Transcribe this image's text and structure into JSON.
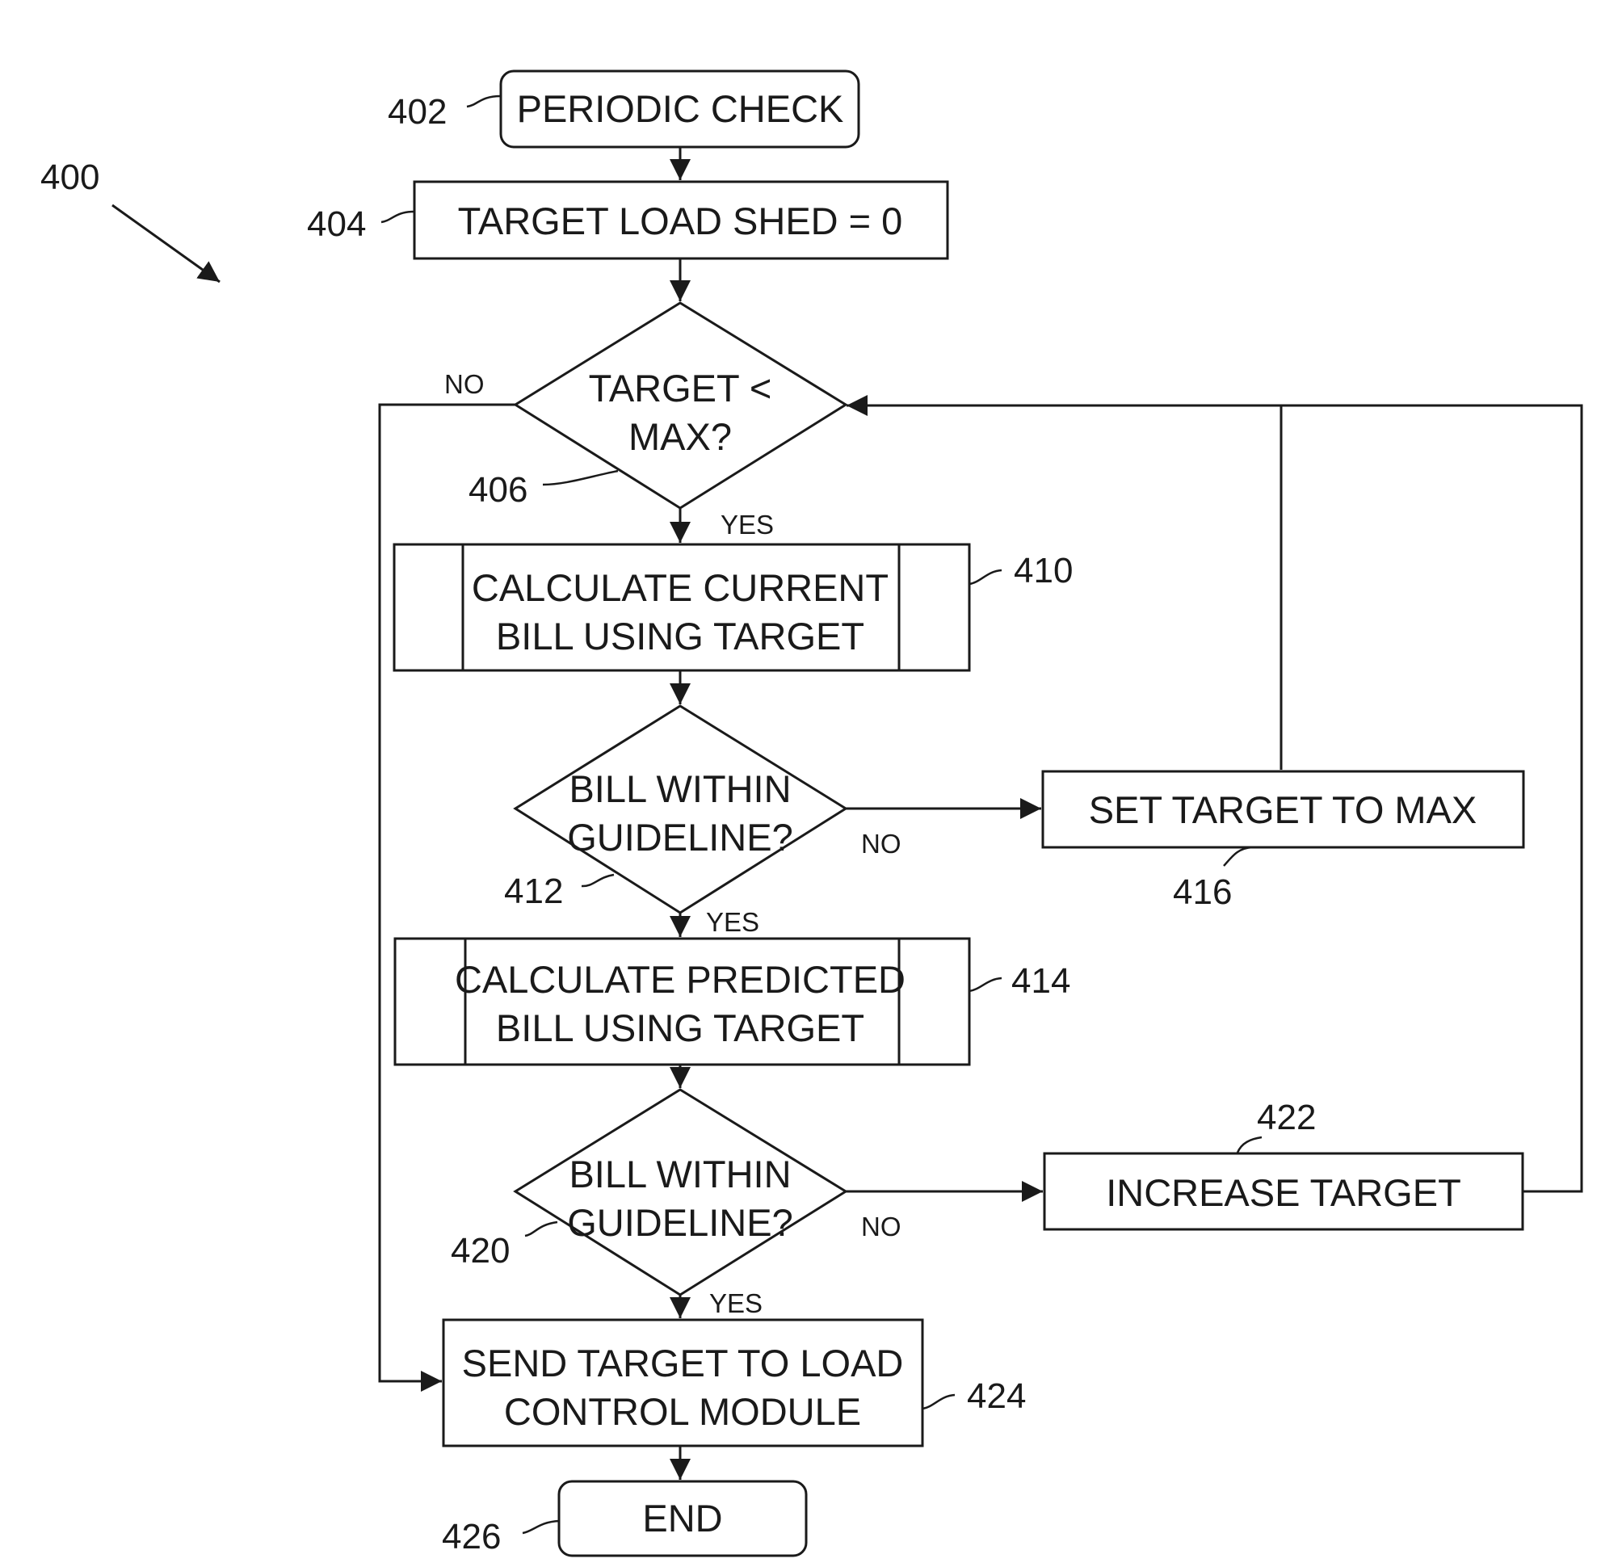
{
  "figure": {
    "ref": "400",
    "nodes": [
      {
        "id": "402",
        "ref": "402",
        "shape": "terminal",
        "lines": [
          "PERIODIC CHECK"
        ]
      },
      {
        "id": "404",
        "ref": "404",
        "shape": "process",
        "lines": [
          "TARGET LOAD SHED = 0"
        ]
      },
      {
        "id": "406",
        "ref": "406",
        "shape": "decision",
        "lines": [
          "TARGET <",
          "MAX?"
        ]
      },
      {
        "id": "410",
        "ref": "410",
        "shape": "predefined-process",
        "lines": [
          "CALCULATE CURRENT",
          "BILL USING TARGET"
        ]
      },
      {
        "id": "412",
        "ref": "412",
        "shape": "decision",
        "lines": [
          "BILL WITHIN",
          "GUIDELINE?"
        ]
      },
      {
        "id": "416",
        "ref": "416",
        "shape": "process",
        "lines": [
          "SET TARGET TO MAX"
        ]
      },
      {
        "id": "414",
        "ref": "414",
        "shape": "predefined-process",
        "lines": [
          "CALCULATE PREDICTED",
          "BILL USING TARGET"
        ]
      },
      {
        "id": "420",
        "ref": "420",
        "shape": "decision",
        "lines": [
          "BILL WITHIN",
          "GUIDELINE?"
        ]
      },
      {
        "id": "422",
        "ref": "422",
        "shape": "process",
        "lines": [
          "INCREASE TARGET"
        ]
      },
      {
        "id": "424",
        "ref": "424",
        "shape": "process",
        "lines": [
          "SEND TARGET TO LOAD",
          "CONTROL MODULE"
        ]
      },
      {
        "id": "426",
        "ref": "426",
        "shape": "terminal",
        "lines": [
          "END"
        ]
      }
    ],
    "edges": [
      {
        "from": "402",
        "to": "404",
        "label": ""
      },
      {
        "from": "404",
        "to": "406",
        "label": ""
      },
      {
        "from": "406",
        "to": "410",
        "label": "YES"
      },
      {
        "from": "406",
        "to": "424",
        "label": "NO"
      },
      {
        "from": "410",
        "to": "412",
        "label": ""
      },
      {
        "from": "412",
        "to": "414",
        "label": "YES"
      },
      {
        "from": "412",
        "to": "416",
        "label": "NO"
      },
      {
        "from": "416",
        "to": "406",
        "label": ""
      },
      {
        "from": "414",
        "to": "420",
        "label": ""
      },
      {
        "from": "420",
        "to": "424",
        "label": "YES"
      },
      {
        "from": "420",
        "to": "422",
        "label": "NO"
      },
      {
        "from": "422",
        "to": "406",
        "label": ""
      },
      {
        "from": "424",
        "to": "426",
        "label": ""
      }
    ],
    "colors": {
      "ink": "#1a1a1a",
      "paper": "#ffffff"
    }
  }
}
